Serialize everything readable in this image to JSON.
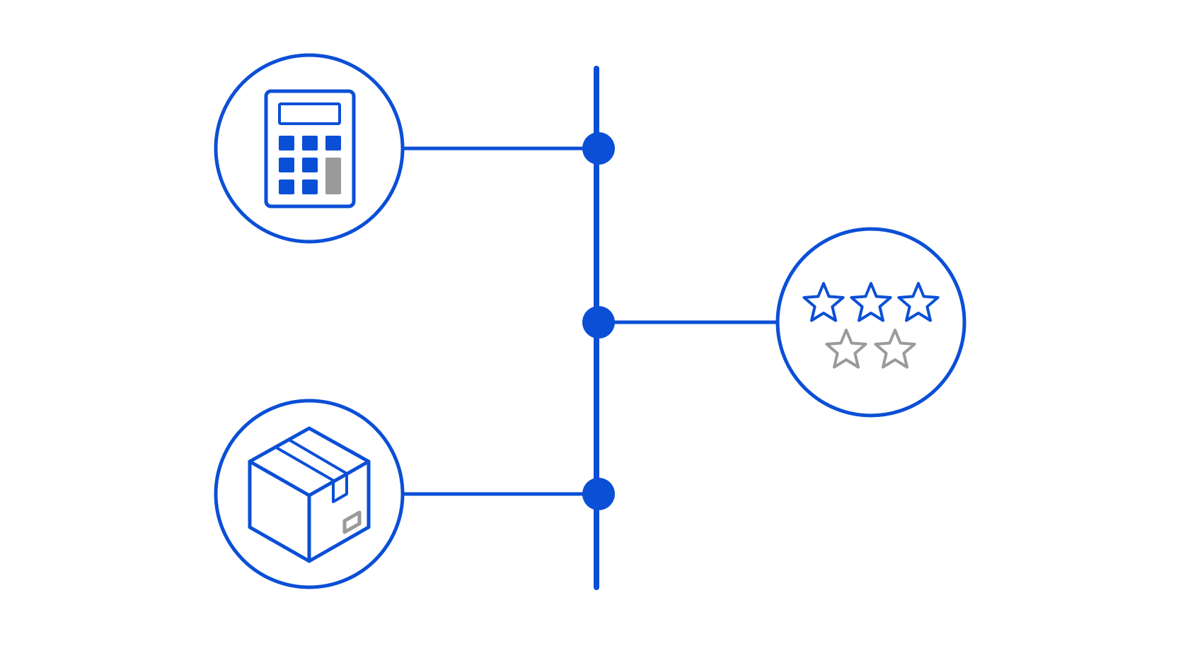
{
  "colors": {
    "background": "#ffffff",
    "primary": "#0b4fd6",
    "muted": "#9a9a9a"
  },
  "nodes": [
    {
      "id": "calculator",
      "icon": "calculator-icon",
      "side": "left"
    },
    {
      "id": "rating",
      "icon": "star-rating-icon",
      "side": "right",
      "filled_stars": 3,
      "total_stars": 5
    },
    {
      "id": "package",
      "icon": "package-box-icon",
      "side": "left"
    }
  ],
  "junctions": 3
}
